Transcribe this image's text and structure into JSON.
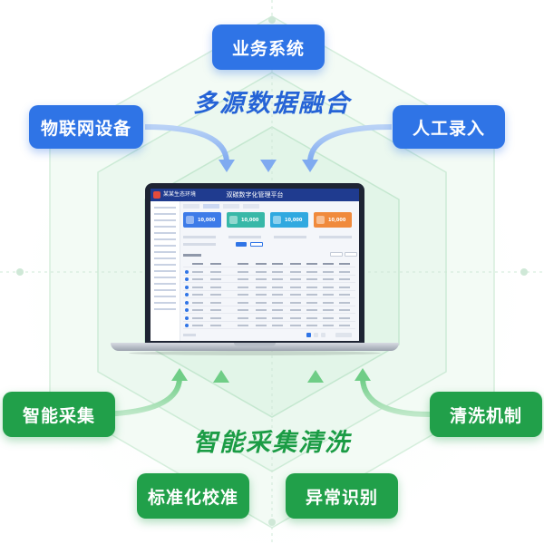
{
  "top_sources": {
    "business_system": "业务系统",
    "iot_device": "物联网设备",
    "manual_entry": "人工录入"
  },
  "top_headline": "多源数据融合",
  "bottom_headline": "智能采集清洗",
  "bottom_features": {
    "smart_collection": "智能采集",
    "cleaning_mechanism": "清洗机制",
    "standardization": "标准化校准",
    "anomaly_detection": "异常识别"
  },
  "laptop_app": {
    "title": "双碳数字化管理平台",
    "brand": "某某生态环境",
    "cards": [
      {
        "value": "10,000",
        "color": "#3d7be8"
      },
      {
        "value": "10,000",
        "color": "#38b8a8"
      },
      {
        "value": "10,000",
        "color": "#31a9e0"
      },
      {
        "value": "10,000",
        "color": "#f08a3c"
      }
    ]
  },
  "colors": {
    "blue_box": "#2f74e6",
    "green_box": "#21a04a",
    "blue_text": "#2563d6",
    "green_text": "#1b9c45"
  }
}
